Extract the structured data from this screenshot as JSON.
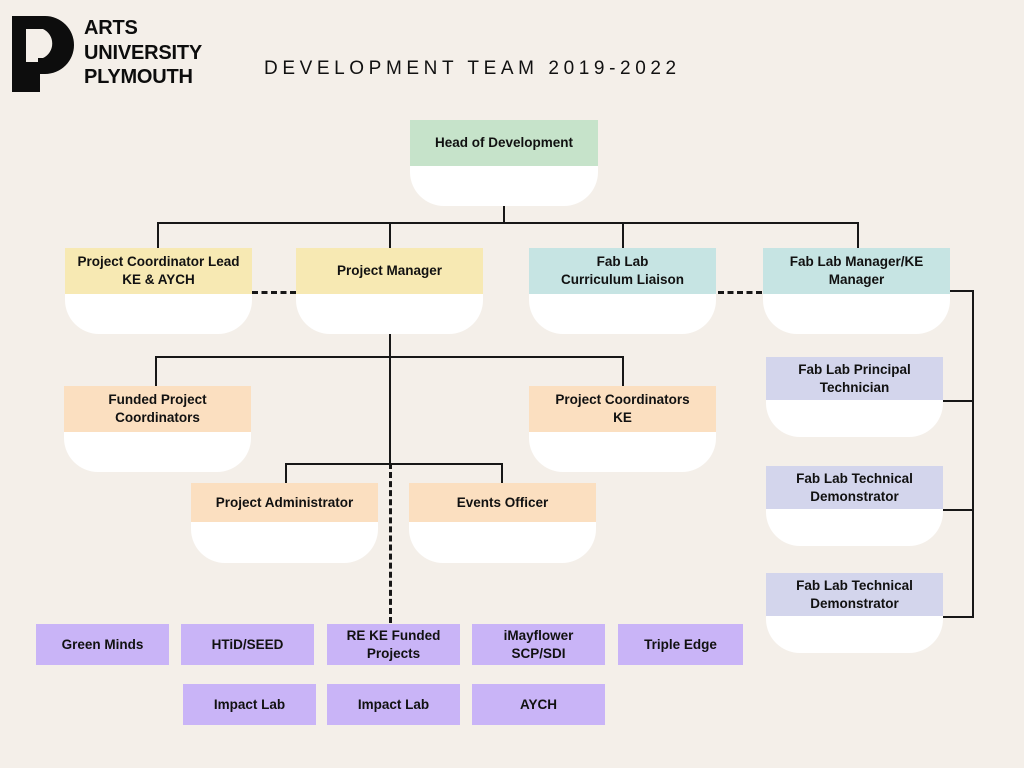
{
  "page": {
    "background_color": "#f4efe9",
    "line_color": "#171717"
  },
  "header": {
    "logo_icon": "aup-p-monogram-logo",
    "logo_line1": "ARTS",
    "logo_line2": "UNIVERSITY",
    "logo_line3": "PLYMOUTH",
    "title": "DEVELOPMENT TEAM 2019-2022"
  },
  "palette": {
    "green": "#c6e3ca",
    "yellow": "#f7e9b3",
    "teal": "#c6e4e3",
    "peach": "#fbdfc0",
    "lavender": "#d3d5ec",
    "purple": "#c9b4f7",
    "white": "#ffffff"
  },
  "nodes": {
    "head_of_development": "Head of Development",
    "project_coordinator_lead": "Project Coordinator Lead\nKE & AYCH",
    "project_coordinator_lead_l1": "Project Coordinator Lead",
    "project_coordinator_lead_l2": "KE & AYCH",
    "project_manager": "Project Manager",
    "fab_lab_curriculum_liaison_l1": "Fab Lab",
    "fab_lab_curriculum_liaison_l2": "Curriculum Liaison",
    "fab_lab_manager_l1": "Fab Lab Manager/KE",
    "fab_lab_manager_l2": "Manager",
    "funded_project_coordinators_l1": "Funded Project",
    "funded_project_coordinators_l2": "Coordinators",
    "project_coordinators_ke_l1": "Project Coordinators",
    "project_coordinators_ke_l2": "KE",
    "project_administrator": "Project Administrator",
    "events_officer": "Events Officer",
    "fab_lab_principal_technician_l1": "Fab Lab Principal",
    "fab_lab_principal_technician_l2": "Technician",
    "fab_lab_technical_demonstrator_1_l1": "Fab Lab Technical",
    "fab_lab_technical_demonstrator_1_l2": "Demonstrator",
    "fab_lab_technical_demonstrator_2_l1": "Fab Lab Technical",
    "fab_lab_technical_demonstrator_2_l2": "Demonstrator"
  },
  "projects": {
    "green_minds": "Green Minds",
    "htid_seed": "HTiD/SEED",
    "re_ke_funded_projects_l1": "RE KE Funded",
    "re_ke_funded_projects_l2": "Projects",
    "imayflower_l1": "iMayflower",
    "imayflower_l2": "SCP/SDI",
    "triple_edge": "Triple Edge",
    "impact_lab_1": "Impact Lab",
    "impact_lab_2": "Impact Lab",
    "aych": "AYCH"
  }
}
